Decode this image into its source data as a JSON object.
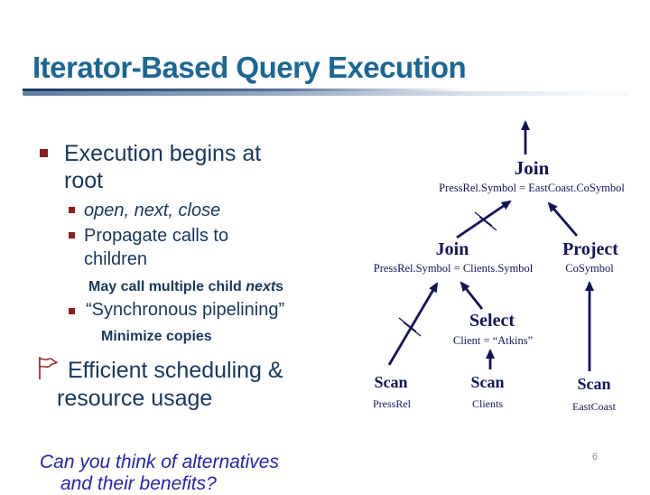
{
  "slide": {
    "title": "Iterator-Based Query Execution",
    "page_number": "6"
  },
  "colors": {
    "title": "#1a6795",
    "body_text": "#17375d",
    "bullet_marker": "#8b1e1e",
    "diagram": "#131458",
    "question": "#2424b2"
  },
  "icons": {
    "item2_marker": "flag-icon",
    "bullet_marker": "square-bullet-icon"
  },
  "bullets": {
    "item1_line1": "Execution begins at",
    "item1_line2": "root",
    "sub1": "open, next, close",
    "sub2_line1": "Propagate calls to",
    "sub2_line2": "children",
    "note1_prefix": "May call multiple child ",
    "note1_italic": "next",
    "note1_suffix": "s",
    "sub3": "“Synchronous pipelining”",
    "note2": "Minimize copies",
    "item2_line1": "Efficient scheduling &",
    "item2_line2": "resource usage"
  },
  "question": {
    "line1": "Can you think of alternatives",
    "line2": "and their benefits?"
  },
  "diagram": {
    "nodes": [
      {
        "label": "Join",
        "caption": "PressRel.Symbol = EastCoast.CoSymbol"
      },
      {
        "label": "Join",
        "caption": "PressRel.Symbol = Clients.Symbol"
      },
      {
        "label": "Project",
        "caption": "CoSymbol"
      },
      {
        "label": "Select",
        "caption": "Client = “Atkins”"
      },
      {
        "label": "Scan",
        "caption": "PressRel"
      },
      {
        "label": "Scan",
        "caption": "Clients"
      },
      {
        "label": "Scan",
        "caption": "EastCoast"
      }
    ]
  }
}
